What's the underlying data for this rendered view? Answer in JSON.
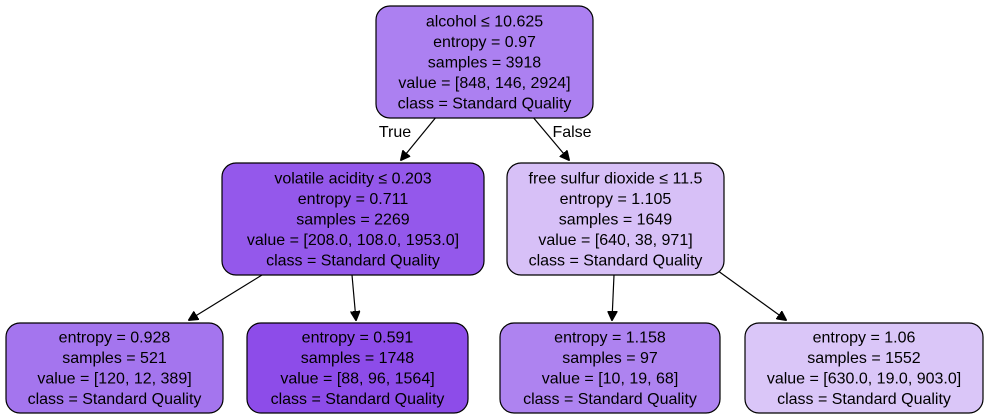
{
  "tree": {
    "nodes": [
      {
        "id": "root",
        "lines": [
          "alcohol ≤ 10.625",
          "entropy = 0.97",
          "samples = 3918",
          "value = [848, 146, 2924]",
          "class = Standard Quality"
        ],
        "fill": "#ac80f1"
      },
      {
        "id": "left",
        "lines": [
          "volatile acidity ≤ 0.203",
          "entropy = 0.711",
          "samples = 2269",
          "value = [208.0, 108.0, 1953.0]",
          "class = Standard Quality"
        ],
        "fill": "#9458eb"
      },
      {
        "id": "right",
        "lines": [
          "free sulfur dioxide ≤ 11.5",
          "entropy = 1.105",
          "samples = 1649",
          "value = [640, 38, 971]",
          "class = Standard Quality"
        ],
        "fill": "#d7c0f7"
      },
      {
        "id": "left-left",
        "lines": [
          "entropy = 0.928",
          "samples = 521",
          "value = [120, 12, 389]",
          "class = Standard Quality"
        ],
        "fill": "#a475ee"
      },
      {
        "id": "left-right",
        "lines": [
          "entropy = 0.591",
          "samples = 1748",
          "value = [88, 96, 1564]",
          "class = Standard Quality"
        ],
        "fill": "#8d4ce9"
      },
      {
        "id": "right-left",
        "lines": [
          "entropy = 1.158",
          "samples = 97",
          "value = [10, 19, 68]",
          "class = Standard Quality"
        ],
        "fill": "#ae83f0"
      },
      {
        "id": "right-right",
        "lines": [
          "entropy = 1.06",
          "samples = 1552",
          "value = [630.0, 19.0, 903.0]",
          "class = Standard Quality"
        ],
        "fill": "#dac6f8"
      }
    ],
    "edges": [
      {
        "from": "root",
        "to": "left",
        "label": "True"
      },
      {
        "from": "root",
        "to": "right",
        "label": "False"
      },
      {
        "from": "left",
        "to": "left-left",
        "label": ""
      },
      {
        "from": "left",
        "to": "left-right",
        "label": ""
      },
      {
        "from": "right",
        "to": "right-left",
        "label": ""
      },
      {
        "from": "right",
        "to": "right-right",
        "label": ""
      }
    ]
  }
}
